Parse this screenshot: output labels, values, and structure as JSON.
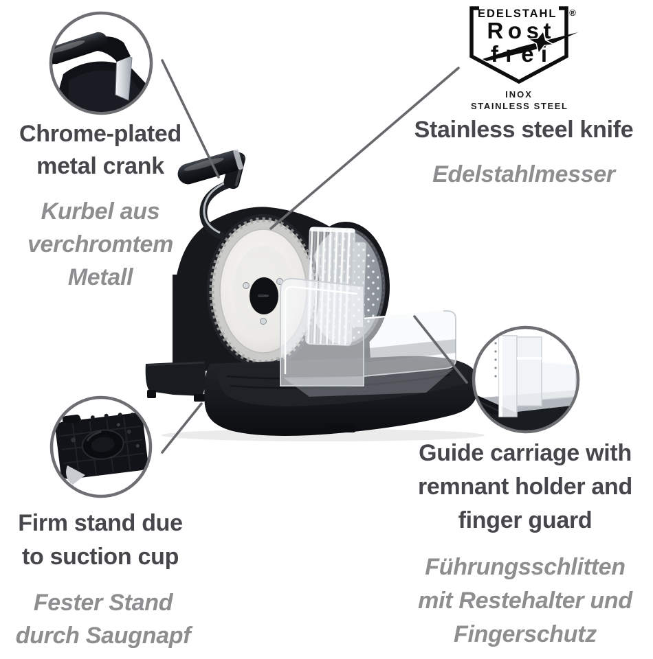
{
  "page": {
    "background": "#ffffff"
  },
  "seal": {
    "top_text": "EDELSTAHL",
    "registered": "®",
    "word1": "Rost",
    "word2": "frei",
    "caption1": "INOX",
    "caption2": "STAINLESS STEEL"
  },
  "callouts": {
    "crank": {
      "heading": [
        "Chrome-plated",
        "metal crank"
      ],
      "subheading": [
        "Kurbel aus",
        "verchromtem",
        "Metall"
      ]
    },
    "knife": {
      "heading": [
        "Stainless steel knife"
      ],
      "subheading": [
        "Edelstahlmesser"
      ]
    },
    "stand": {
      "heading": [
        "Firm stand due",
        "to suction cup"
      ],
      "subheading": [
        "Fester Stand",
        "durch Saugnapf"
      ]
    },
    "carriage": {
      "heading": [
        "Guide carriage with",
        "remnant holder and",
        "finger guard"
      ],
      "subheading": [
        "Führungsschlitten",
        "mit Restehalter und",
        "Fingerschutz"
      ]
    }
  },
  "colors": {
    "heading": "#47474b",
    "subheading": "#8e8e91",
    "callout_line": "#67686b",
    "circle_border": "#6e6f72",
    "seal_ink": "#0d0d0d",
    "product_body": "#16181c",
    "blade_steel": "#9aa0a7"
  }
}
